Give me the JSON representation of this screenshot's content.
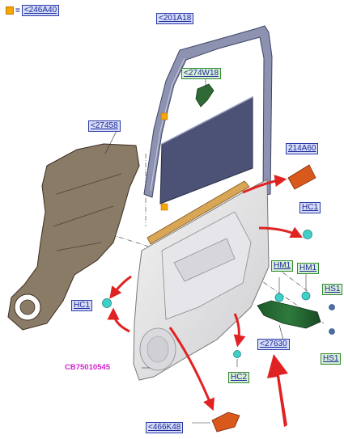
{
  "legend": {
    "equals": "=",
    "ref": "<246A40"
  },
  "labels": {
    "frame": "<201A18",
    "clip_w18": "<274W18",
    "shield": "<27458",
    "part_214": "214A60",
    "hc1_right": "HC1",
    "hm1_left": "HM1",
    "hm1_right": "HM1",
    "hs1_top": "HS1",
    "hs1_bottom": "HS1",
    "hc1_left": "HC1",
    "door_trim_code": "CB75010545",
    "armrest": "<27630",
    "hc2": "HC2",
    "part_466": "<466K48"
  },
  "colors": {
    "arrow_red": "#e02222",
    "marker_orange": "#f5a400",
    "clip_teal": "#3fd0c8"
  }
}
